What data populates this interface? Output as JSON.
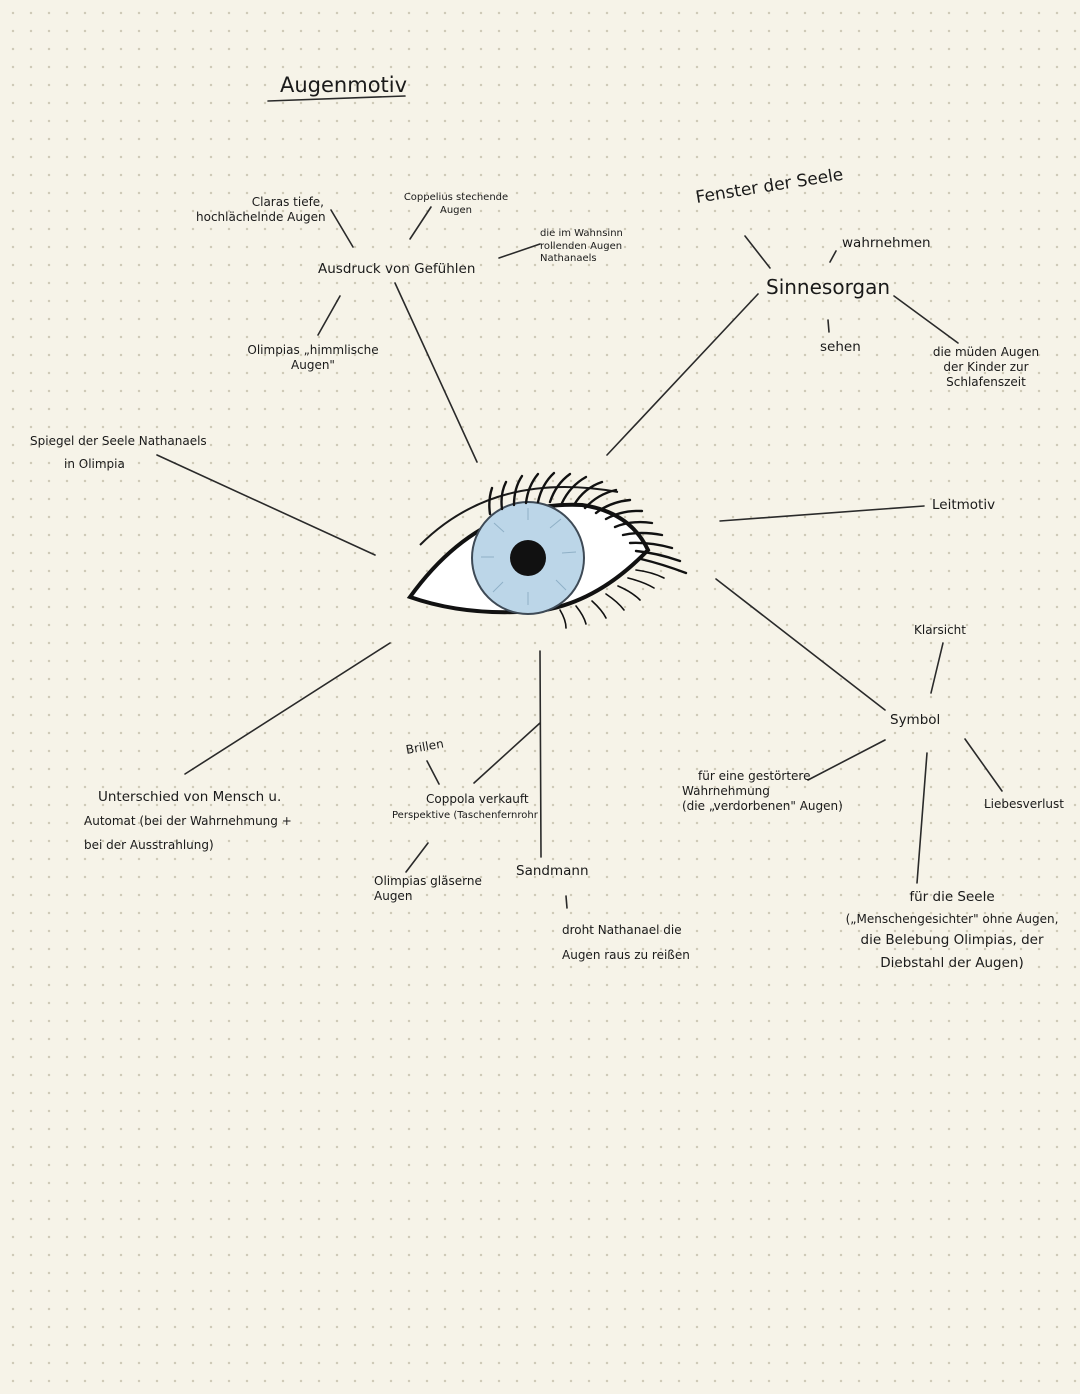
{
  "title": "Augenmotiv",
  "center": {
    "icon": "eye-icon",
    "iris_color": "#bcd6e8"
  },
  "ausdruck": {
    "label": "Ausdruck von Gefühlen",
    "claras": [
      "Claras tiefe,",
      "hochlächelnde Augen"
    ],
    "coppelius": [
      "Coppelius stechende",
      "Augen"
    ],
    "nathanael": [
      "die im Wahnsinn",
      "rollenden Augen",
      "Nathanaels"
    ],
    "olimpia": [
      "Olimpias „himmlische",
      "Augen\""
    ]
  },
  "fenster": {
    "label": "Fenster der Seele",
    "sinnesorgan": "Sinnesorgan",
    "wahrnehmen": "wahrnehmen",
    "sehen": "sehen",
    "mueden": [
      "die müden Augen",
      "der Kinder zur",
      "Schlafenszeit"
    ]
  },
  "spiegel": [
    "Spiegel der Seele Nathanaels",
    "in Olimpia"
  ],
  "leitmotiv": "Leitmotiv",
  "symbol": {
    "label": "Symbol",
    "klarsicht": "Klarsicht",
    "liebesverlust": "Liebesverlust",
    "gestoert": [
      "für eine gestörtere",
      "Wahrnehmung",
      "(die „verdorbenen\" Augen)"
    ],
    "seele": [
      "für die Seele",
      "(„Menschengesichter\" ohne Augen,",
      "die Belebung Olimpias, der",
      "Diebstahl der Augen)"
    ]
  },
  "unterschied": [
    "Unterschied von Mensch u.",
    "Automat (bei der Wahrnehmung +",
    "bei der Ausstrahlung)"
  ],
  "coppola": {
    "brillen": "Brillen",
    "label": [
      "Coppola verkauft",
      "Perspektive (Taschenfernrohr"
    ],
    "olimpias_glaeserne": [
      "Olimpias gläserne",
      "Augen"
    ]
  },
  "sandmann": {
    "label": "Sandmann",
    "droht": [
      "droht Nathanael die",
      "Augen raus zu reißen"
    ]
  }
}
